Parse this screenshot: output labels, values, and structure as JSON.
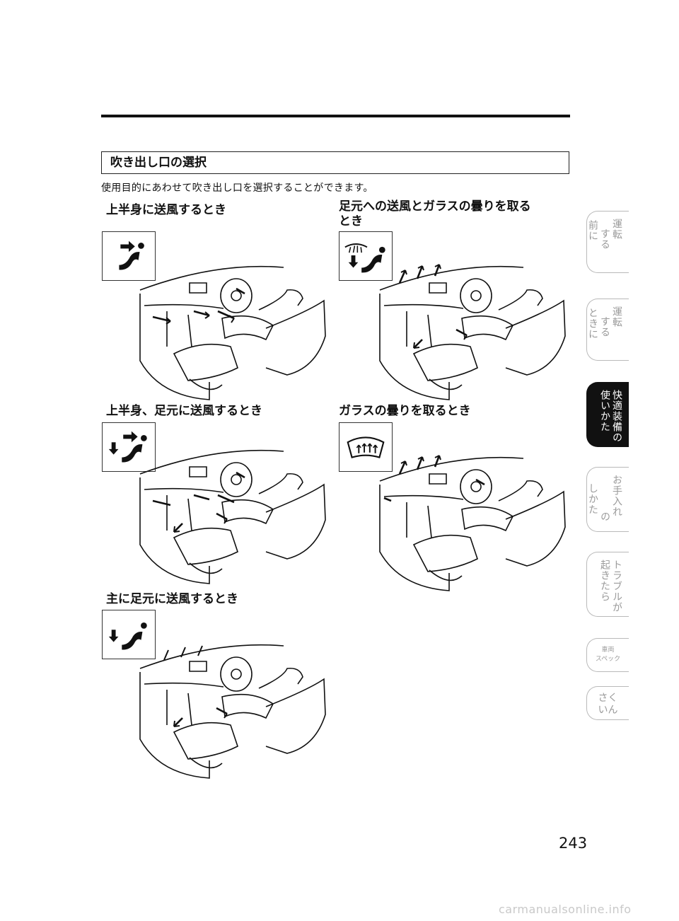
{
  "section": {
    "title": "吹き出し口の選択",
    "intro": "使用目的にあわせて吹き出し口を選択することができます。"
  },
  "modes": [
    {
      "heading": "上半身に送風するとき",
      "icon": "face-vent-icon"
    },
    {
      "heading": "上半身、足元に送風するとき",
      "icon": "bi-level-vent-icon"
    },
    {
      "heading": "主に足元に送風するとき",
      "icon": "foot-vent-icon"
    },
    {
      "heading_line1": "足元への送風とガラスの曇りを取る",
      "heading_line2": "とき",
      "icon": "foot-defrost-icon"
    },
    {
      "heading": "ガラスの曇りを取るとき",
      "icon": "defrost-icon"
    }
  ],
  "tabs": [
    {
      "col1": "運転",
      "col2": "する",
      "col3": "前に"
    },
    {
      "col1": "運転",
      "col2": "する",
      "col3": "ときに"
    },
    {
      "col1": "快適装備の",
      "col2": "使いかた"
    },
    {
      "col1": "お手入れ",
      "col2": "の",
      "col3": "しかた"
    },
    {
      "col1": "トラブルが",
      "col2": "起きたら"
    },
    {
      "line1": "車両",
      "line2": "スペック"
    },
    {
      "line1": "さく",
      "line2": "いん"
    }
  ],
  "page_number": "243",
  "watermark": "carmanualsonline.info"
}
